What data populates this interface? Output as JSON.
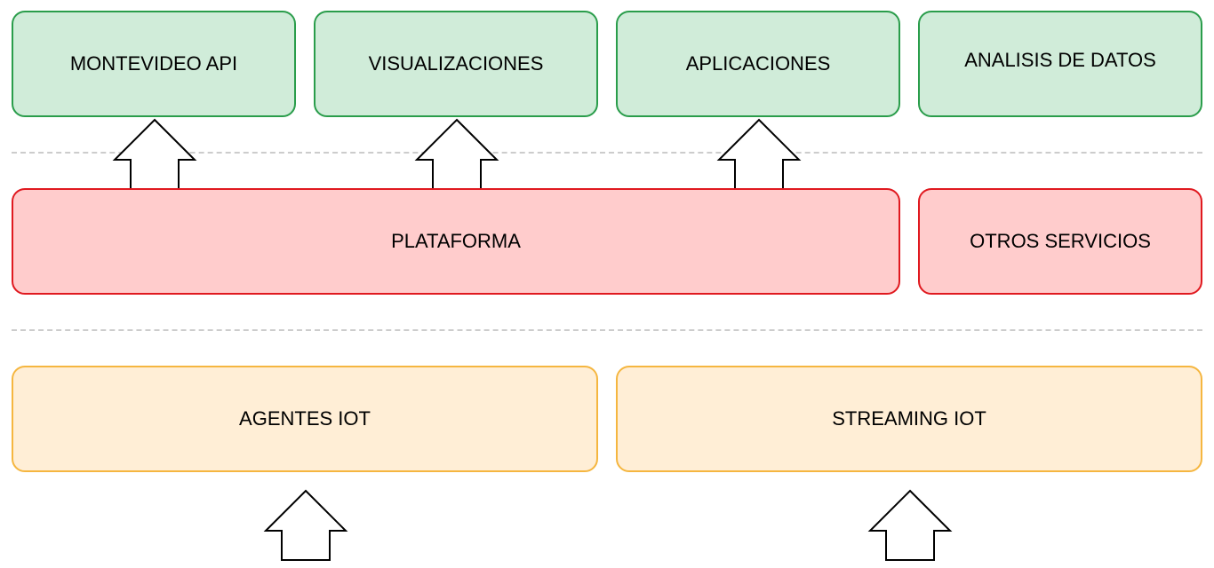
{
  "top_row": {
    "montevideo_api": "MONTEVIDEO API",
    "visualizaciones": "VISUALIZACIONES",
    "aplicaciones": "APLICACIONES",
    "analisis_de_datos": "ANALISIS DE DATOS"
  },
  "middle_row": {
    "plataforma": "PLATAFORMA",
    "otros_servicios": "OTROS SERVICIOS"
  },
  "bottom_row": {
    "agentes_iot": "AGENTES IOT",
    "streaming_iot": "STREAMING IOT"
  },
  "colors": {
    "green_fill": "#d0ecd9",
    "green_stroke": "#2a9d4b",
    "red_fill": "#ffcccc",
    "red_stroke": "#e0191f",
    "orange_fill": "#ffeed6",
    "orange_stroke": "#f5b640"
  }
}
